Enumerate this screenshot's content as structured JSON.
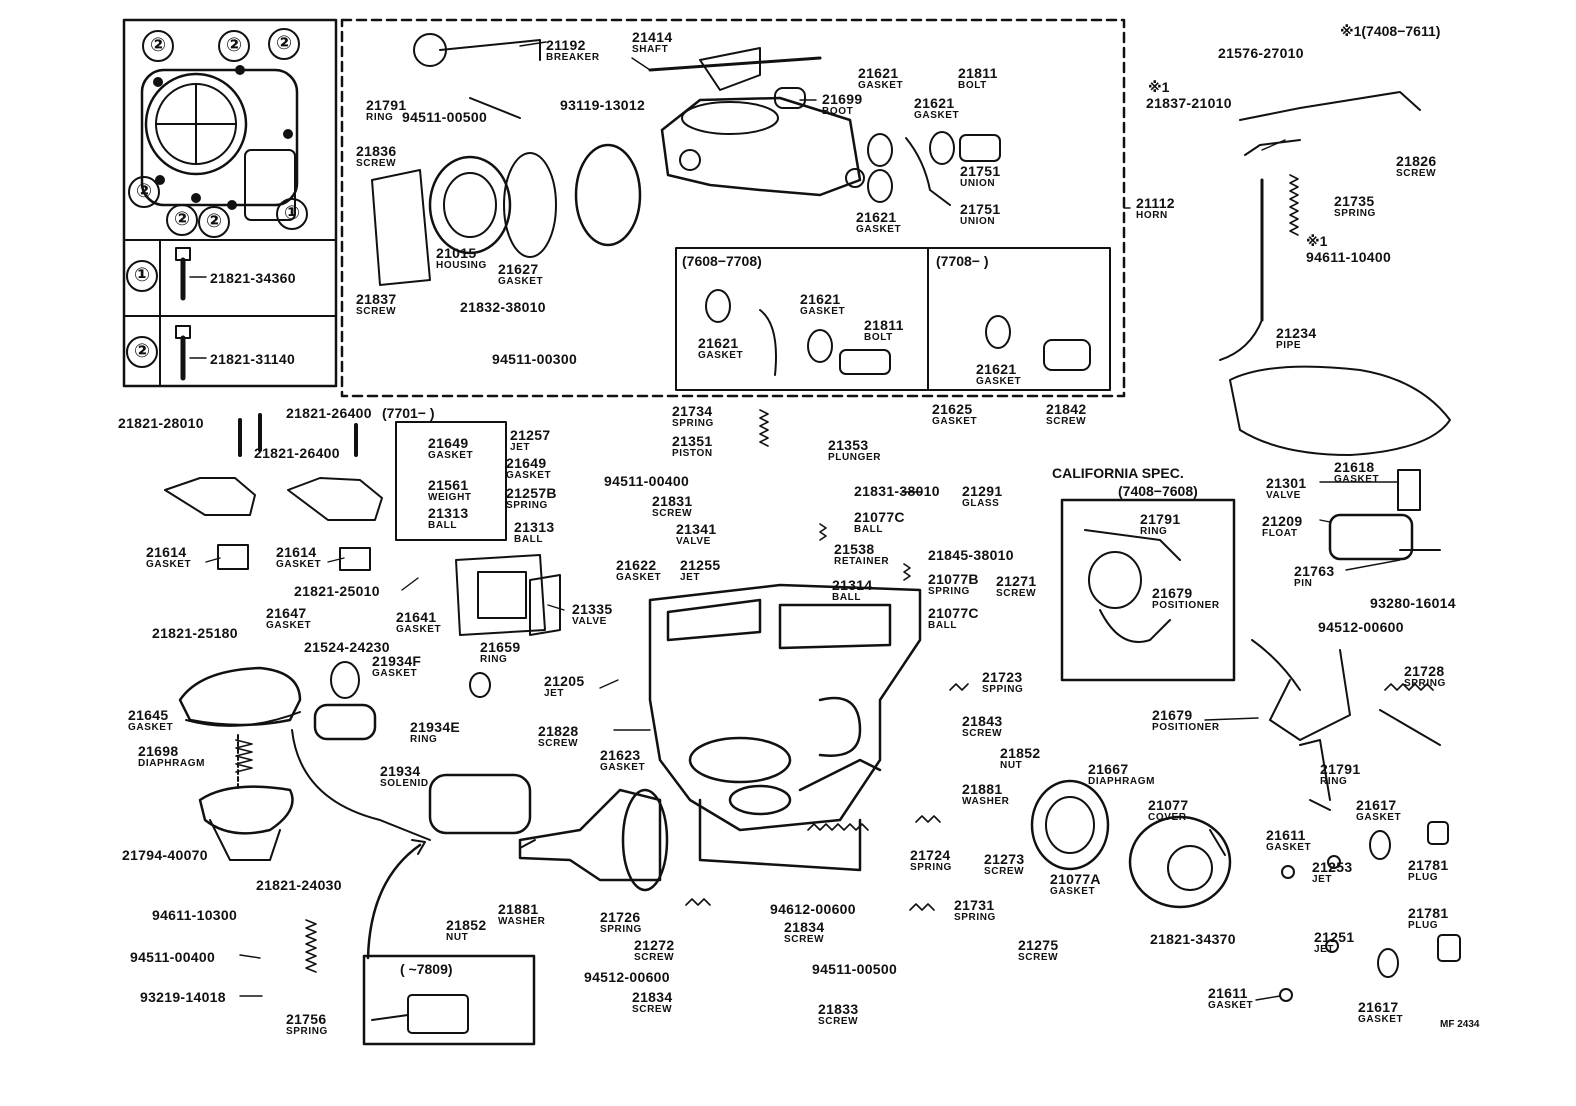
{
  "corner_note": "※1(7408−7611)",
  "callout_1": "①",
  "callout_2": "②",
  "mark_1": "※1",
  "inset_1": "(7608−7708)",
  "inset_2": "(7708−         )",
  "inset_3": "(7701−        )",
  "inset_4": "(           ~7809)",
  "california_title": "CALIFORNIA SPEC.",
  "california_range": "(7408−7608)",
  "diagram_code": "MF 2434",
  "parts": [
    {
      "id": "p1",
      "number": "21821-34360",
      "name": ""
    },
    {
      "id": "p2",
      "number": "21821-31140",
      "name": ""
    },
    {
      "id": "p3",
      "number": "21192",
      "name": "BREAKER"
    },
    {
      "id": "p4",
      "number": "21414",
      "name": "SHAFT"
    },
    {
      "id": "p5",
      "number": "21791",
      "name": "RING"
    },
    {
      "id": "p6",
      "number": "94511-00500",
      "name": ""
    },
    {
      "id": "p7",
      "number": "93119-13012",
      "name": ""
    },
    {
      "id": "p8",
      "number": "21699",
      "name": "BOOT"
    },
    {
      "id": "p9",
      "number": "21621",
      "name": "GASKET"
    },
    {
      "id": "p10",
      "number": "21621",
      "name": "GASKET"
    },
    {
      "id": "p11",
      "number": "21811",
      "name": "BOLT"
    },
    {
      "id": "p12",
      "number": "21836",
      "name": "SCREW"
    },
    {
      "id": "p13",
      "number": "21751",
      "name": "UNION"
    },
    {
      "id": "p14",
      "number": "21751",
      "name": "UNION"
    },
    {
      "id": "p15",
      "number": "21621",
      "name": "GASKET"
    },
    {
      "id": "p16",
      "number": "21015",
      "name": "HOUSING"
    },
    {
      "id": "p17",
      "number": "21627",
      "name": "GASKET"
    },
    {
      "id": "p18",
      "number": "21837",
      "name": "SCREW"
    },
    {
      "id": "p19",
      "number": "21832-38010",
      "name": ""
    },
    {
      "id": "p20",
      "number": "94511-00300",
      "name": ""
    },
    {
      "id": "p21",
      "number": "21112",
      "name": "HORN"
    },
    {
      "id": "p22",
      "number": "21621",
      "name": "GASKET"
    },
    {
      "id": "p23",
      "number": "21621",
      "name": "GASKET"
    },
    {
      "id": "p24",
      "number": "21811",
      "name": "BOLT"
    },
    {
      "id": "p25",
      "number": "21621",
      "name": "GASKET"
    },
    {
      "id": "p26",
      "number": "21576-27010",
      "name": ""
    },
    {
      "id": "p27",
      "number": "21837-21010",
      "name": ""
    },
    {
      "id": "p28",
      "number": "21826",
      "name": "SCREW"
    },
    {
      "id": "p29",
      "number": "21735",
      "name": "SPRING"
    },
    {
      "id": "p30",
      "number": "94611-10400",
      "name": ""
    },
    {
      "id": "p31",
      "number": "21234",
      "name": "PIPE"
    },
    {
      "id": "p32",
      "number": "21821-28010",
      "name": ""
    },
    {
      "id": "p33",
      "number": "21821-26400",
      "name": ""
    },
    {
      "id": "p34",
      "number": "21821-26400",
      "name": ""
    },
    {
      "id": "p35",
      "number": "21649",
      "name": "GASKET"
    },
    {
      "id": "p36",
      "number": "21561",
      "name": "WEIGHT"
    },
    {
      "id": "p37",
      "number": "21313",
      "name": "BALL"
    },
    {
      "id": "p38",
      "number": "21257",
      "name": "JET"
    },
    {
      "id": "p39",
      "number": "21649",
      "name": "GASKET"
    },
    {
      "id": "p40",
      "number": "21257B",
      "name": "SPRING"
    },
    {
      "id": "p41",
      "number": "21313",
      "name": "BALL"
    },
    {
      "id": "p42",
      "number": "21734",
      "name": "SPRING"
    },
    {
      "id": "p43",
      "number": "21351",
      "name": "PISTON"
    },
    {
      "id": "p44",
      "number": "21353",
      "name": "PLUNGER"
    },
    {
      "id": "p45",
      "number": "94511-00400",
      "name": ""
    },
    {
      "id": "p46",
      "number": "21831",
      "name": "SCREW"
    },
    {
      "id": "p47",
      "number": "21831-38010",
      "name": ""
    },
    {
      "id": "p48",
      "number": "21625",
      "name": "GASKET"
    },
    {
      "id": "p49",
      "number": "21842",
      "name": "SCREW"
    },
    {
      "id": "p50",
      "number": "21291",
      "name": "GLASS"
    },
    {
      "id": "p51",
      "number": "21341",
      "name": "VALVE"
    },
    {
      "id": "p52",
      "number": "21077C",
      "name": "BALL"
    },
    {
      "id": "p53",
      "number": "21538",
      "name": "RETAINER"
    },
    {
      "id": "p54",
      "number": "21845-38010",
      "name": ""
    },
    {
      "id": "p55",
      "number": "21255",
      "name": "JET"
    },
    {
      "id": "p56",
      "number": "21622",
      "name": "GASKET"
    },
    {
      "id": "p57",
      "number": "21314",
      "name": "BALL"
    },
    {
      "id": "p58",
      "number": "21077B",
      "name": "SPRING"
    },
    {
      "id": "p59",
      "number": "21271",
      "name": "SCREW"
    },
    {
      "id": "p60",
      "number": "21077C",
      "name": "BALL"
    },
    {
      "id": "p61",
      "number": "21614",
      "name": "GASKET"
    },
    {
      "id": "p62",
      "number": "21614",
      "name": "GASKET"
    },
    {
      "id": "p63",
      "number": "21821-25010",
      "name": ""
    },
    {
      "id": "p64",
      "number": "21641",
      "name": "GASKET"
    },
    {
      "id": "p65",
      "number": "21335",
      "name": "VALVE"
    },
    {
      "id": "p66",
      "number": "21659",
      "name": "RING"
    },
    {
      "id": "p67",
      "number": "21647",
      "name": "GASKET"
    },
    {
      "id": "p68",
      "number": "21821-25180",
      "name": ""
    },
    {
      "id": "p69",
      "number": "21524-24230",
      "name": ""
    },
    {
      "id": "p70",
      "number": "21934F",
      "name": "GASKET"
    },
    {
      "id": "p71",
      "number": "21205",
      "name": "JET"
    },
    {
      "id": "p72",
      "number": "21723",
      "name": "SPPING"
    },
    {
      "id": "p73",
      "number": "21645",
      "name": "GASKET"
    },
    {
      "id": "p74",
      "number": "21934E",
      "name": "RING"
    },
    {
      "id": "p75",
      "number": "21828",
      "name": "SCREW"
    },
    {
      "id": "p76",
      "number": "21843",
      "name": "SCREW"
    },
    {
      "id": "p77",
      "number": "21698",
      "name": "DIAPHRAGM"
    },
    {
      "id": "p78",
      "number": "21934",
      "name": "SOLENID"
    },
    {
      "id": "p79",
      "number": "21623",
      "name": "GASKET"
    },
    {
      "id": "p80",
      "number": "21852",
      "name": "NUT"
    },
    {
      "id": "p81",
      "number": "21881",
      "name": "WASHER"
    },
    {
      "id": "p82",
      "number": "21667",
      "name": "DIAPHRAGM"
    },
    {
      "id": "p83",
      "number": "21077",
      "name": "COVER"
    },
    {
      "id": "p84",
      "number": "21794-40070",
      "name": ""
    },
    {
      "id": "p85",
      "number": "21821-24030",
      "name": ""
    },
    {
      "id": "p86",
      "number": "94611-10300",
      "name": ""
    },
    {
      "id": "p87",
      "number": "21724",
      "name": "SPRING"
    },
    {
      "id": "p88",
      "number": "21273",
      "name": "SCREW"
    },
    {
      "id": "p89",
      "number": "21077A",
      "name": "GASKET"
    },
    {
      "id": "p90",
      "number": "21852",
      "name": "NUT"
    },
    {
      "id": "p91",
      "number": "21881",
      "name": "WASHER"
    },
    {
      "id": "p92",
      "number": "21726",
      "name": "SPRING"
    },
    {
      "id": "p93",
      "number": "94612-00600",
      "name": ""
    },
    {
      "id": "p94",
      "number": "21834",
      "name": "SCREW"
    },
    {
      "id": "p95",
      "number": "21731",
      "name": "SPRING"
    },
    {
      "id": "p96",
      "number": "21821-34370",
      "name": ""
    },
    {
      "id": "p97",
      "number": "94511-00400",
      "name": ""
    },
    {
      "id": "p98",
      "number": "21272",
      "name": "SCREW"
    },
    {
      "id": "p99",
      "number": "94512-00600",
      "name": ""
    },
    {
      "id": "p100",
      "number": "94511-00500",
      "name": ""
    },
    {
      "id": "p101",
      "number": "21275",
      "name": "SCREW"
    },
    {
      "id": "p102",
      "number": "93219-14018",
      "name": ""
    },
    {
      "id": "p103",
      "number": "21756",
      "name": "SPRING"
    },
    {
      "id": "p104",
      "number": "21834",
      "name": "SCREW"
    },
    {
      "id": "p105",
      "number": "21833",
      "name": "SCREW"
    },
    {
      "id": "p106",
      "number": "21301",
      "name": "VALVE"
    },
    {
      "id": "p107",
      "number": "21618",
      "name": "GASKET"
    },
    {
      "id": "p108",
      "number": "21209",
      "name": "FLOAT"
    },
    {
      "id": "p109",
      "number": "21763",
      "name": "PIN"
    },
    {
      "id": "p110",
      "number": "21791",
      "name": "RING"
    },
    {
      "id": "p111",
      "number": "21679",
      "name": "POSITIONER"
    },
    {
      "id": "p112",
      "number": "93280-16014",
      "name": ""
    },
    {
      "id": "p113",
      "number": "94512-00600",
      "name": ""
    },
    {
      "id": "p114",
      "number": "21728",
      "name": "SPRING"
    },
    {
      "id": "p115",
      "number": "21679",
      "name": "POSITIONER"
    },
    {
      "id": "p116",
      "number": "21791",
      "name": "RING"
    },
    {
      "id": "p117",
      "number": "21617",
      "name": "GASKET"
    },
    {
      "id": "p118",
      "number": "21611",
      "name": "GASKET"
    },
    {
      "id": "p119",
      "number": "21253",
      "name": "JET"
    },
    {
      "id": "p120",
      "number": "21781",
      "name": "PLUG"
    },
    {
      "id": "p121",
      "number": "21781",
      "name": "PLUG"
    },
    {
      "id": "p122",
      "number": "21251",
      "name": "JET"
    },
    {
      "id": "p123",
      "number": "21611",
      "name": "GASKET"
    },
    {
      "id": "p124",
      "number": "21617",
      "name": "GASKET"
    }
  ]
}
